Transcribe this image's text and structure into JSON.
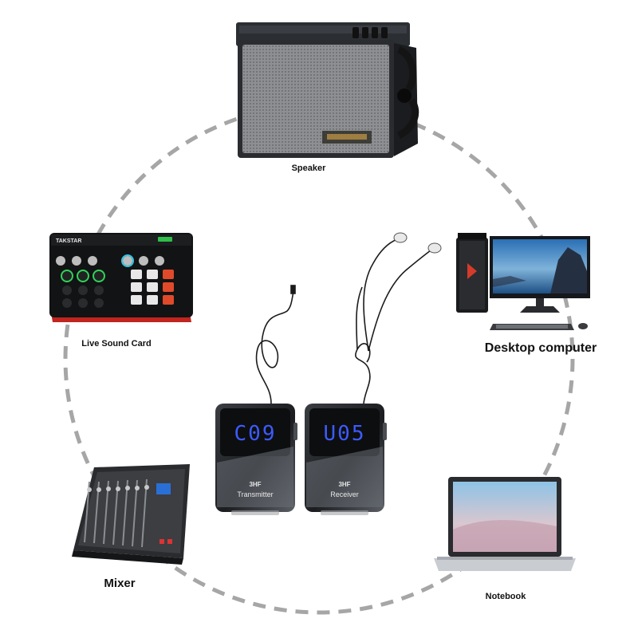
{
  "labels": {
    "speaker": "Speaker",
    "sound_card": "Live Sound Card",
    "desktop": "Desktop computer",
    "mixer": "Mixer",
    "notebook": "Notebook"
  },
  "sound_card_brand": "TAKSTAR",
  "transmitter": {
    "display": "C09",
    "brand": "3HF",
    "label": "Transmitter"
  },
  "receiver": {
    "display": "U05",
    "brand": "3HF",
    "label": "Receiver"
  },
  "colors": {
    "ring": "#a6a6a6",
    "display_digits": "#3d5bff",
    "sound_card_accent": "#c0251f"
  }
}
